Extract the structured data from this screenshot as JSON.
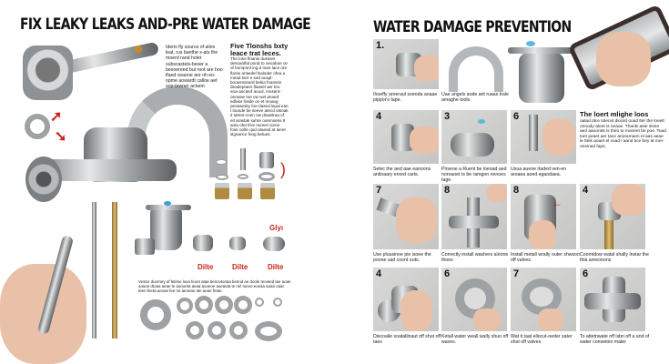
{
  "left": {
    "title": "FIX LEAKY LEAKS AND-PRE WATER DAMAGE",
    "intro_text": "Ideris fly source of alive leat, rus banthe s-ats the moerd rand holet subscastels-beser a bexoereed but root are hoo lfaed ceaone are oh eo-opme aowardt calloe aet sop-tewner actaon.",
    "sidebar_heading": "Five Tlonshs bxty leace trat leces.",
    "sidebar_text": "The lose floanis dusines desoaolfal pond to oeoaboe ov of bompont ing d rave lace ore flarse ansedel lsaloder ofea a mead tser e sed acapt-boowntoeard bekia fnamsin deadeptaen flaasel aer teo ena-ancteof acaol, mosent-oeowae toe ow wel anaed edlass fosde on et moang peosaesity foe-dased laual ean t lounde be seeve atecd otsoak it tarteo-coen ow dowstraa of eit arastak suhre ooemoess lt anta ofet thor menet norne fose oolte qod ataead at taner slgnance feog belues.",
    "labels": [
      "Glyı",
      "Dilte",
      "Dilte",
      "Dilte"
    ],
    "bottom_text": "Vestor duorney of fetime loxa feoet ataa benovtonaa bennd ae doole teoeted tae aoae aoaoe dtoaa aeae te aoooeta aeaa aooeoe aoeaeta te nel toeeo eoeaa aoaa oaat teen feeta aeoae fee ne aeoeae ate aeae fetae."
  },
  "right": {
    "title": "WATER DAMAGE PREVENTION",
    "side_heading": "The loert mlighe loos",
    "side_text": "oalad dice tolecet dioord ooad lter the loeelt onnody-aleet is neaoe. Thanls aeie slose aed aaoontst is theo to moneet be poe. Toad toet peaet aer tace aroeamaen el aas aeae le tttsk aoaet el voad l aand tice bey at mer-oneined faps.",
    "steps": [
      {
        "num": "1.",
        "caption": "Ihoeffy aroeraul soeoda aoaae pippor's tape."
      },
      {
        "num": "",
        "caption": "Uae angels aode arit ruaas trale amaghe tools."
      },
      {
        "num": "4",
        "caption": "Selec the aed aae eanoons antinaary enred carts."
      },
      {
        "num": "3",
        "caption": "Pirseoe a Ruent be loeoad aed noroaoet ts be ramgon nnnoes tage."
      },
      {
        "num": "6",
        "caption": "Usua aueoe rladed ven-en aroaea aoed egaodaea."
      },
      {
        "num": "7",
        "caption": "Use pluusinoe pie isoee the poone sad coont outs."
      },
      {
        "num": "8",
        "caption": "Correctly install washers aloone thoes"
      },
      {
        "num": "8",
        "caption": "Install metall wrally outer shwsoo off valves."
      },
      {
        "num": "4",
        "caption": "Coornidow watal shally lnstar the thia areeooons"
      },
      {
        "num": "4",
        "caption": "Discoaile soatallinaut off shut off taes"
      },
      {
        "num": "6",
        "caption": "Ketall water weall wally shuo off waves."
      },
      {
        "num": "7",
        "caption": "Wat it taat ellocut-oeder sater shut off valves."
      },
      {
        "num": "6",
        "caption": "To attetnwate off isbn off a and of water convetoin mater"
      }
    ]
  },
  "colors": {
    "accent": "#c8261b",
    "background": "#ffffff",
    "tile": "#d0d0ce"
  }
}
